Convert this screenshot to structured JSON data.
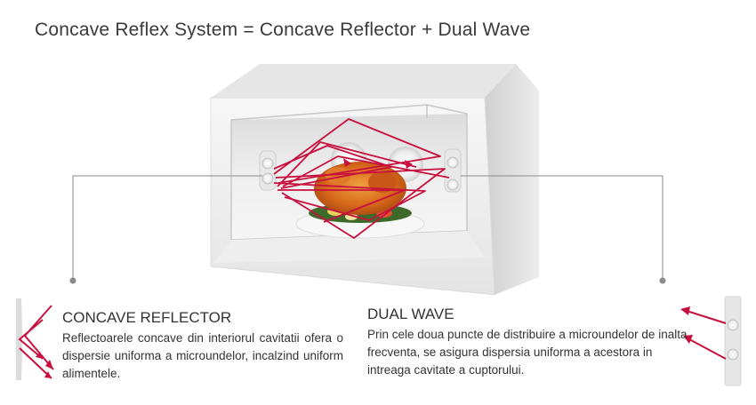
{
  "title": "Concave Reflex System = Concave Reflector + Dual Wave",
  "concave_reflector": {
    "heading": "CONCAVE REFLECTOR",
    "description": "Reflectoarele concave din interiorul cavitatii ofera o dispersie uniforma a microundelor, incalzind uniform alimentele."
  },
  "dual_wave": {
    "heading": "DUAL WAVE",
    "description": "Prin cele doua puncte de distribuire a microundelor de inalta frecventa, se asigura dispersia uniforma a acestora in intreaga cavitate a cuptorului."
  },
  "colors": {
    "arrow": "#c8103e",
    "text": "#333333",
    "cavity_light": "#f2f2f2",
    "cavity_shade": "#d9d9d9",
    "callout_line": "#8a8a8a"
  }
}
